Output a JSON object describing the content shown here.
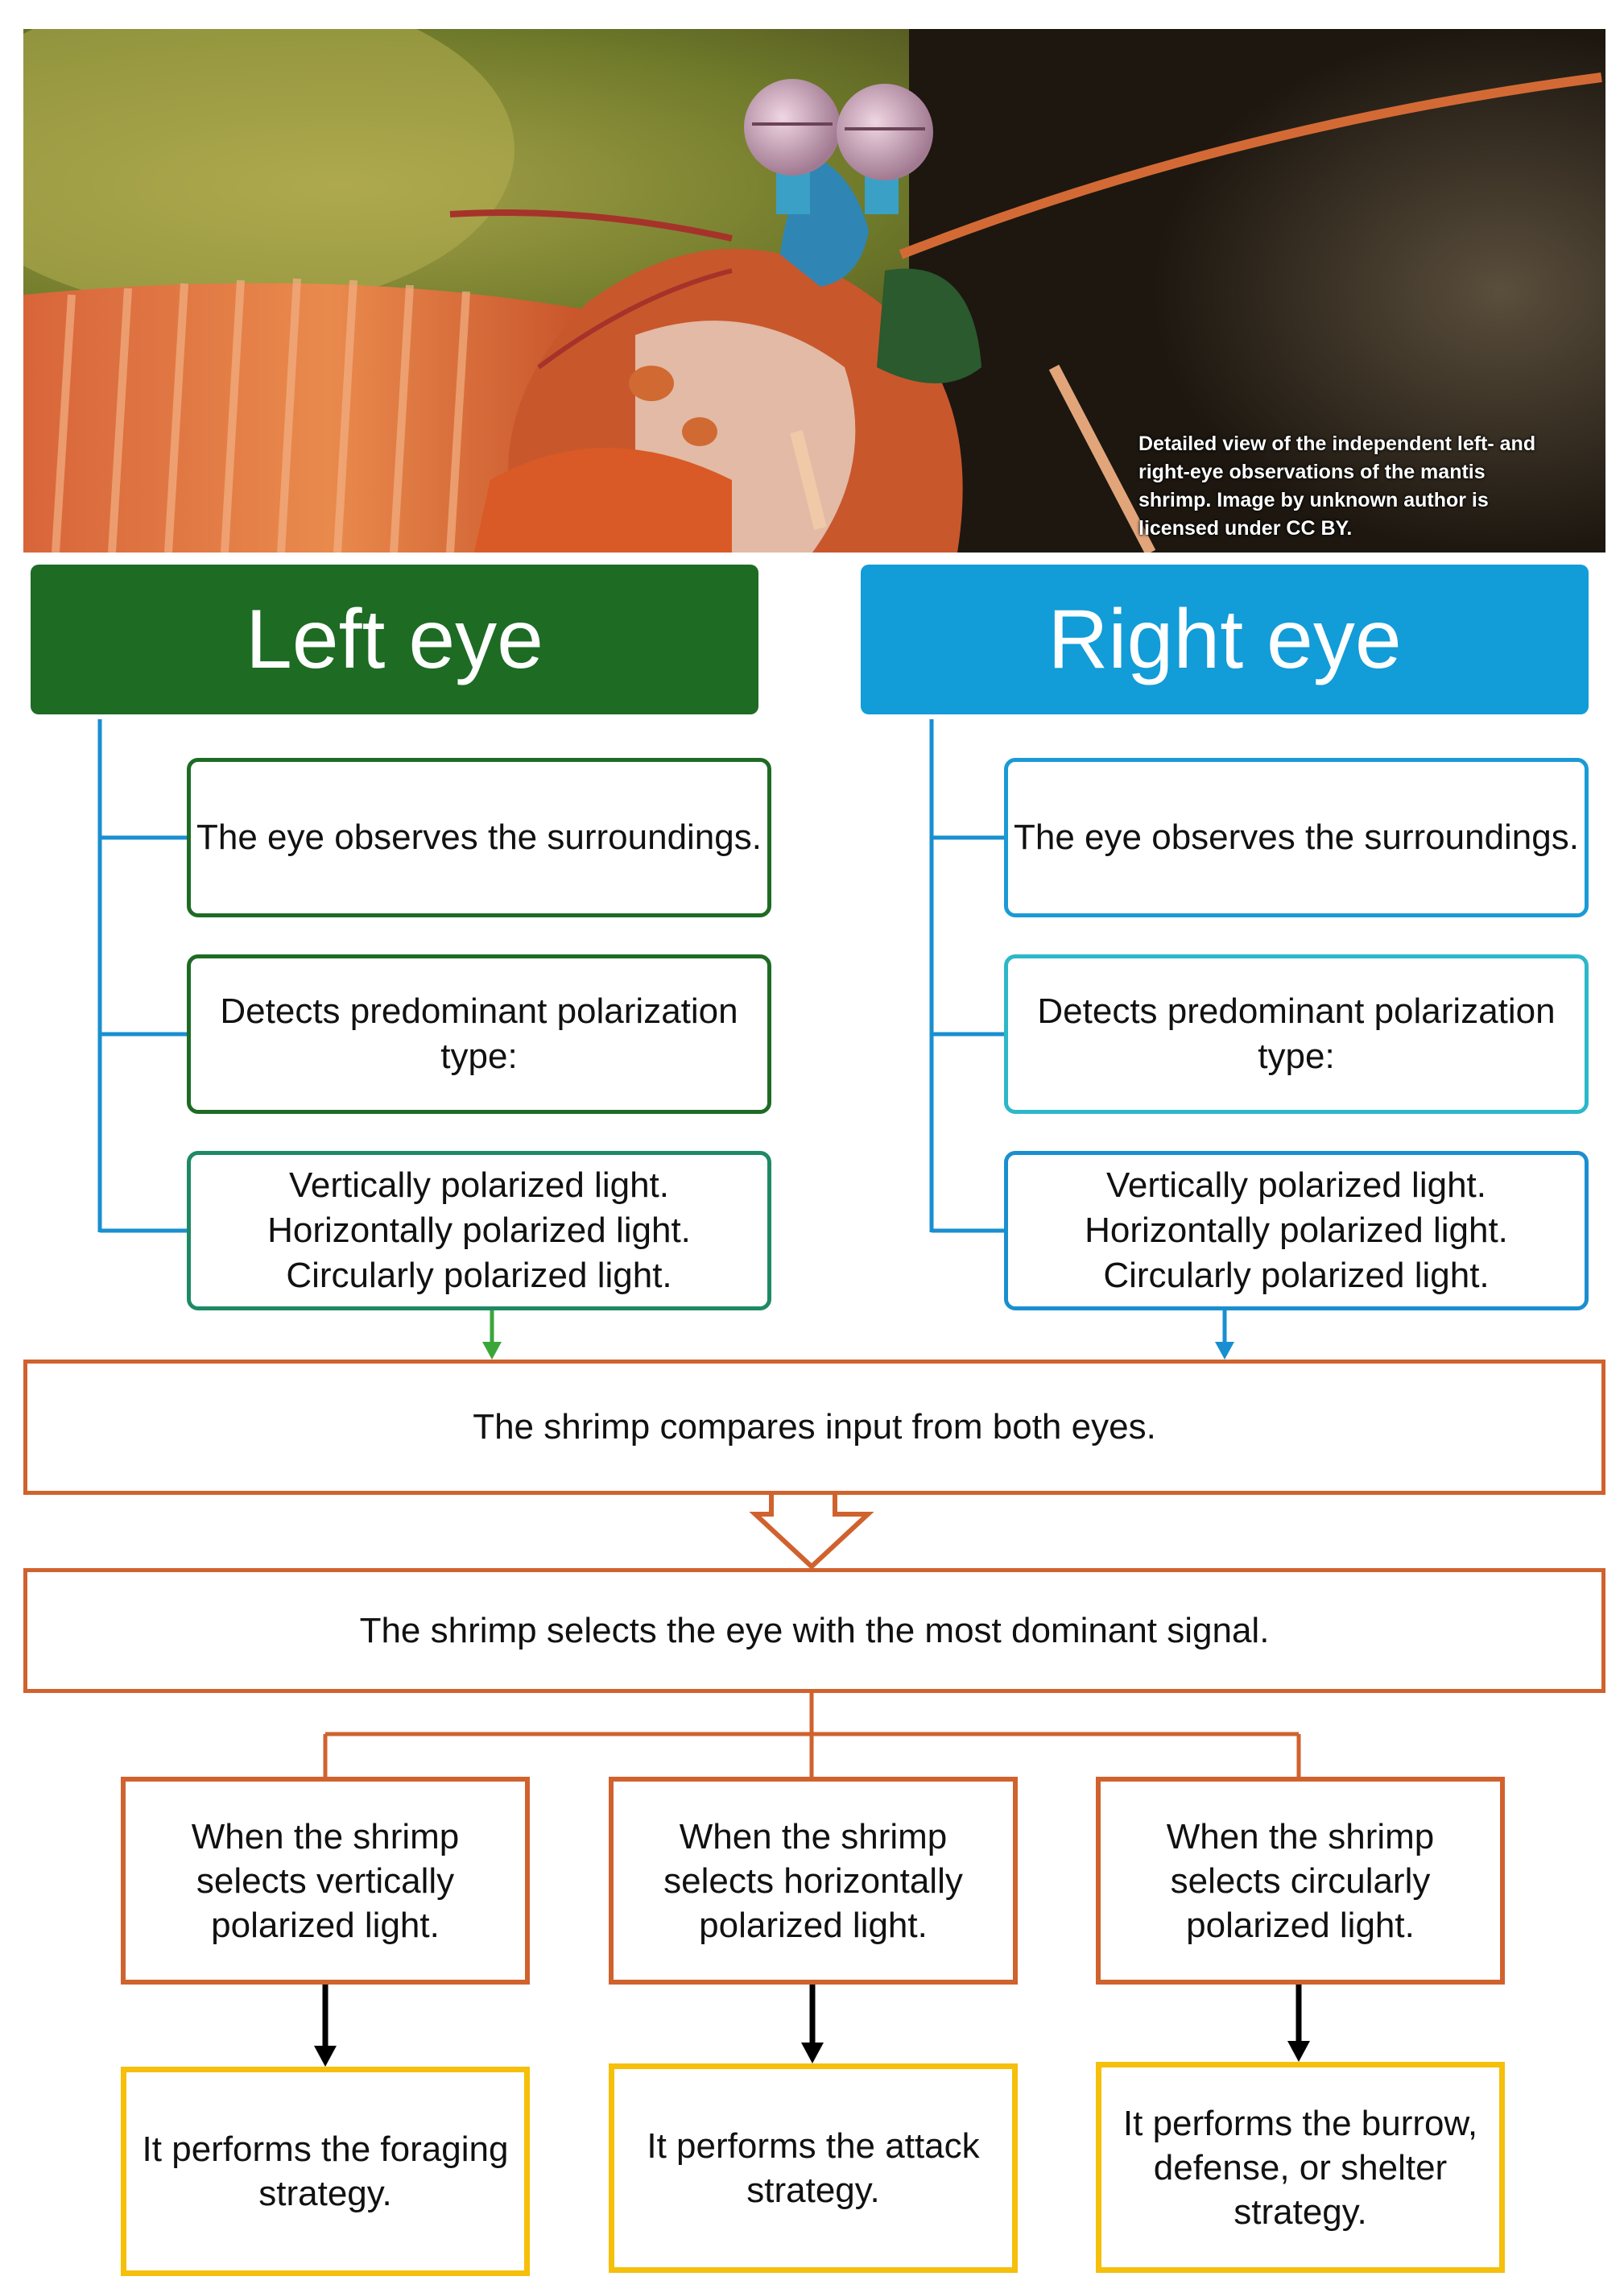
{
  "photo": {
    "caption": "Detailed view of the independent left- and right-eye observations of the mantis shrimp. Image by unknown author is licensed under CC BY."
  },
  "left_eye": {
    "title": "Left eye",
    "steps": [
      "The eye observes the surroundings.",
      "Detects predominant polarization type:",
      "Vertically polarized light.\nHorizontally polarized light.\nCircularly polarized light."
    ]
  },
  "right_eye": {
    "title": "Right eye",
    "steps": [
      "The eye observes the surroundings.",
      "Detects predominant polarization type:",
      "Vertically polarized light.\nHorizontally polarized light.\nCircularly polarized light."
    ]
  },
  "compare": "The shrimp compares input from both eyes.",
  "select": "The shrimp selects the eye with the most dominant signal.",
  "cases": [
    "When the shrimp selects vertically polarized light.",
    "When the shrimp selects horizontally polarized light.",
    "When the shrimp selects circularly polarized light."
  ],
  "strategies": [
    "It performs the foraging strategy.",
    "It performs the attack strategy.",
    "It performs the burrow, defense, or shelter strategy."
  ],
  "colors": {
    "left_green": "#1e6b24",
    "right_blue": "#129cd8",
    "connector_blue": "#1a8fd0",
    "flow_orange": "#d0622e",
    "strategy_yellow": "#f5bf0a"
  }
}
